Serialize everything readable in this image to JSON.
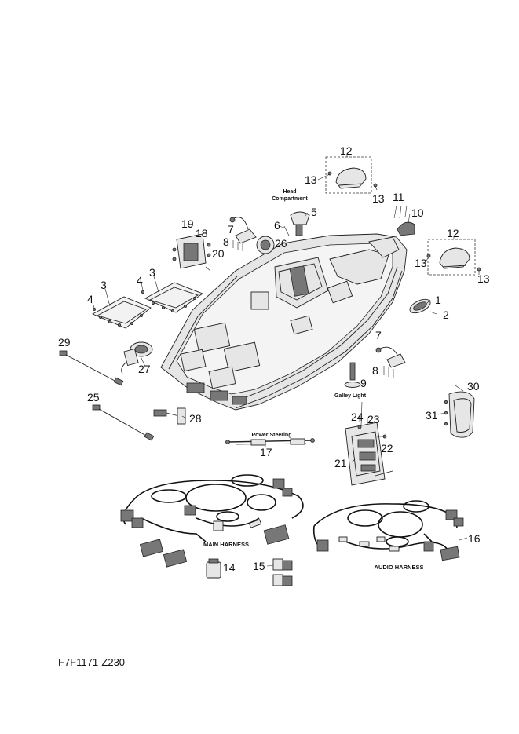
{
  "part_numbers": [
    "1",
    "2",
    "3",
    "3",
    "4",
    "4",
    "5",
    "6",
    "7",
    "7",
    "8",
    "8",
    "9",
    "10",
    "11",
    "12",
    "12",
    "13",
    "13",
    "13",
    "13",
    "14",
    "15",
    "16",
    "17",
    "18",
    "19",
    "20",
    "21",
    "22",
    "23",
    "24",
    "25",
    "26",
    "27",
    "28",
    "29",
    "30",
    "31"
  ],
  "labels": {
    "head_compartment_line1": "Head",
    "head_compartment_line2": "Compartment",
    "galley_light": "Galley Light",
    "power_steering": "Power Steering",
    "main_harness": "MAIN HARNESS",
    "audio_harness": "AUDIO HARNESS"
  },
  "diagram_code": "F7F1171-Z230"
}
